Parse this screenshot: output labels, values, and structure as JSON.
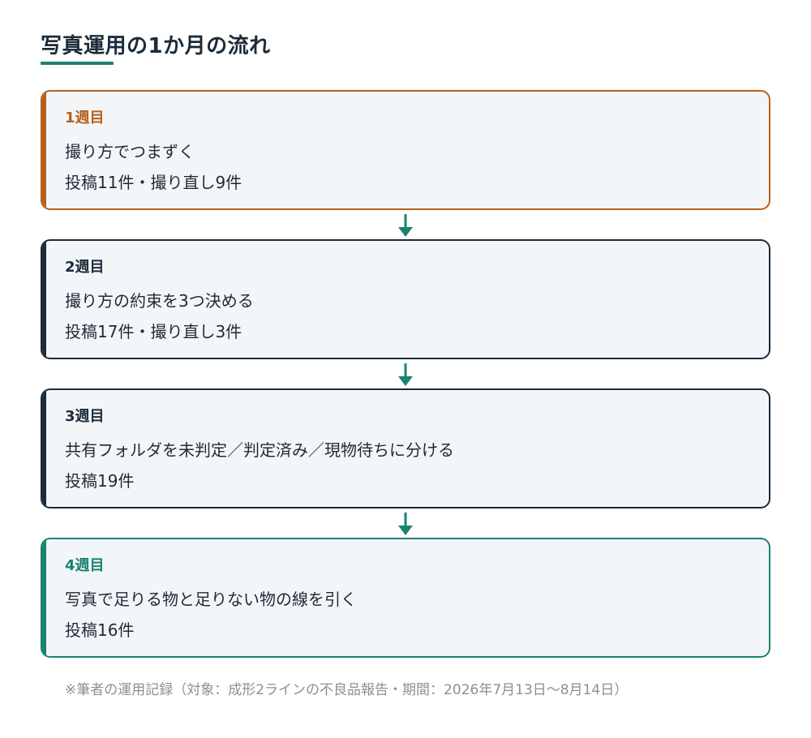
{
  "title": "写真運用の1か月の流れ",
  "colors": {
    "week1_accent": "#b5611c",
    "week2_accent": "#1c2b3a",
    "week3_accent": "#1c2b3a",
    "week4_accent": "#1a8272",
    "arrow": "#1a8272",
    "card_background": "#f3f6f9"
  },
  "weeks": [
    {
      "label": "1週目",
      "description": "撮り方でつまずく",
      "stats": "投稿11件・撮り直し9件"
    },
    {
      "label": "2週目",
      "description": "撮り方の約束を3つ決める",
      "stats": "投稿17件・撮り直し3件"
    },
    {
      "label": "3週目",
      "description": "共有フォルダを未判定／判定済み／現物待ちに分ける",
      "stats": "投稿19件"
    },
    {
      "label": "4週目",
      "description": "写真で足りる物と足りない物の線を引く",
      "stats": "投稿16件"
    }
  ],
  "arrow_icon": "arrow-down-icon",
  "footnote": "※筆者の運用記録（対象：成形2ラインの不良品報告・期間：2026年7月13日〜8月14日）"
}
